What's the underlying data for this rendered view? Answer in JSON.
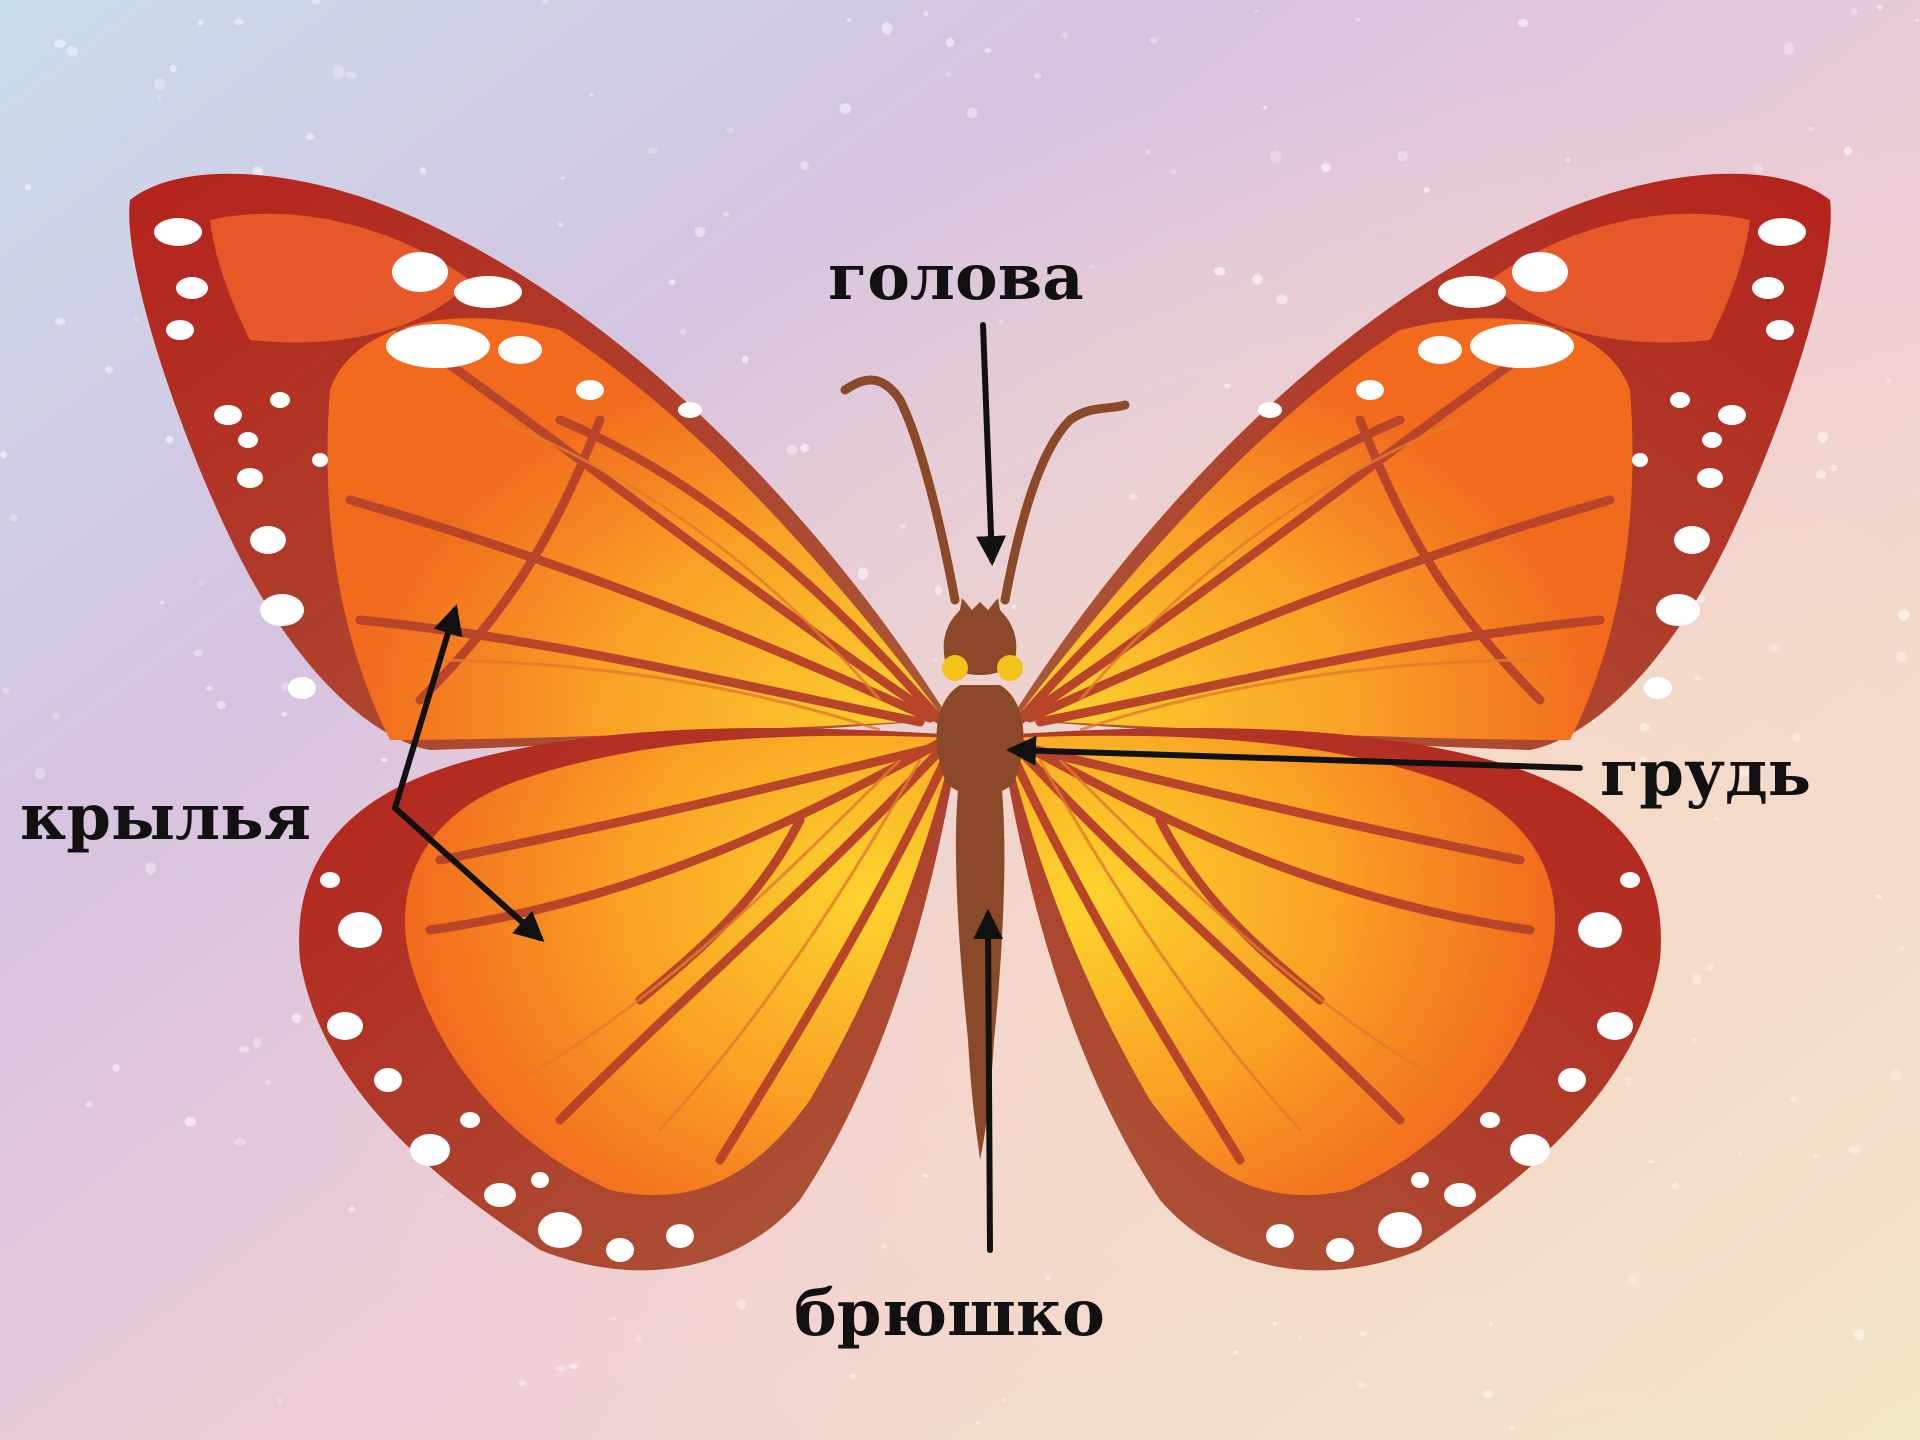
{
  "labels": {
    "head": "голова",
    "thorax": "грудь",
    "wings": "крылья",
    "abdomen": "брюшко"
  },
  "colors": {
    "wing_border": "#c8201c",
    "wing_orange": "#f47a1f",
    "wing_yellow": "#fcc428",
    "vein": "#b8442a",
    "body": "#8a4a2a",
    "eye": "#f2c318",
    "spot": "#ffffff",
    "arrow": "#111111"
  }
}
